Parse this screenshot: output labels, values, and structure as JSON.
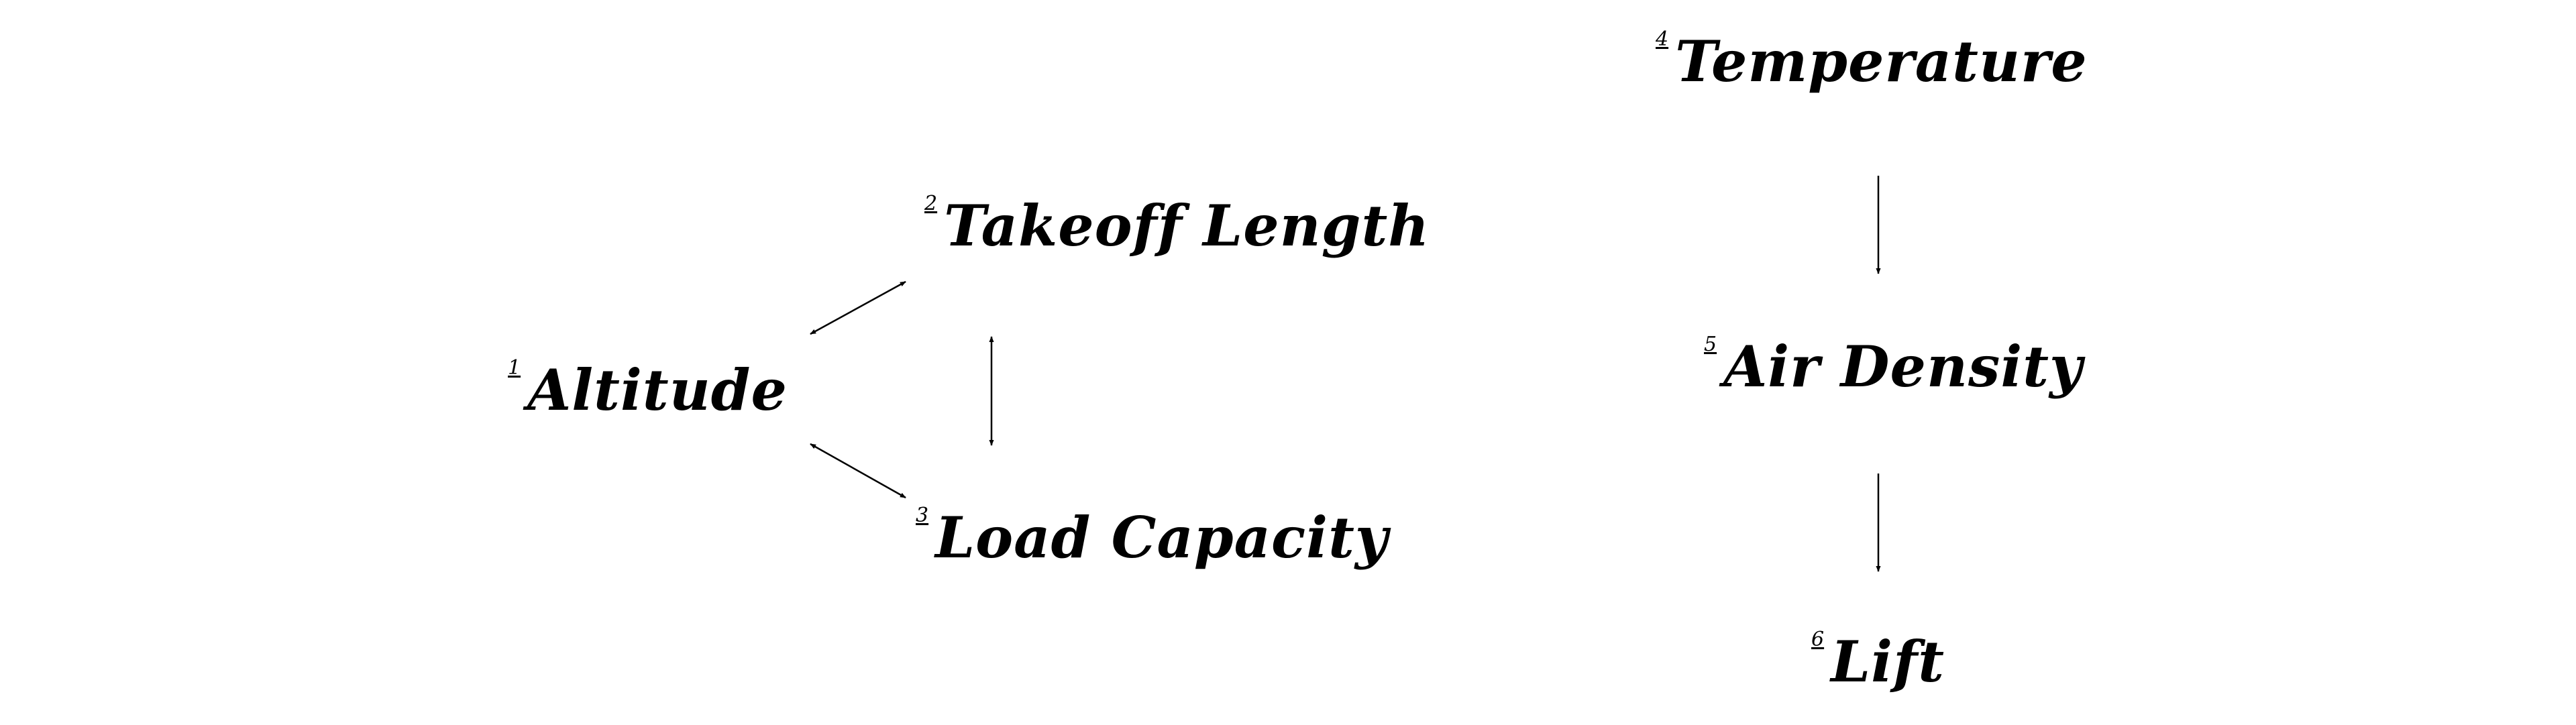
{
  "colors": {
    "background": "#ffffff",
    "ink": "#000000"
  },
  "nodes": [
    {
      "id": "altitude",
      "number": "1",
      "label": "Altitude"
    },
    {
      "id": "takeoff-length",
      "number": "2",
      "label": "Takeoff Length"
    },
    {
      "id": "load-capacity",
      "number": "3",
      "label": "Load Capacity"
    },
    {
      "id": "temperature",
      "number": "4",
      "label": "Temperature"
    },
    {
      "id": "air-density",
      "number": "5",
      "label": "Air Density"
    },
    {
      "id": "lift",
      "number": "6",
      "label": "Lift"
    }
  ],
  "edges": [
    {
      "from": "altitude",
      "to": "takeoff-length",
      "direction": "both"
    },
    {
      "from": "altitude",
      "to": "load-capacity",
      "direction": "both"
    },
    {
      "from": "takeoff-length",
      "to": "load-capacity",
      "direction": "both"
    },
    {
      "from": "temperature",
      "to": "air-density",
      "direction": "forward"
    },
    {
      "from": "air-density",
      "to": "lift",
      "direction": "forward"
    }
  ]
}
